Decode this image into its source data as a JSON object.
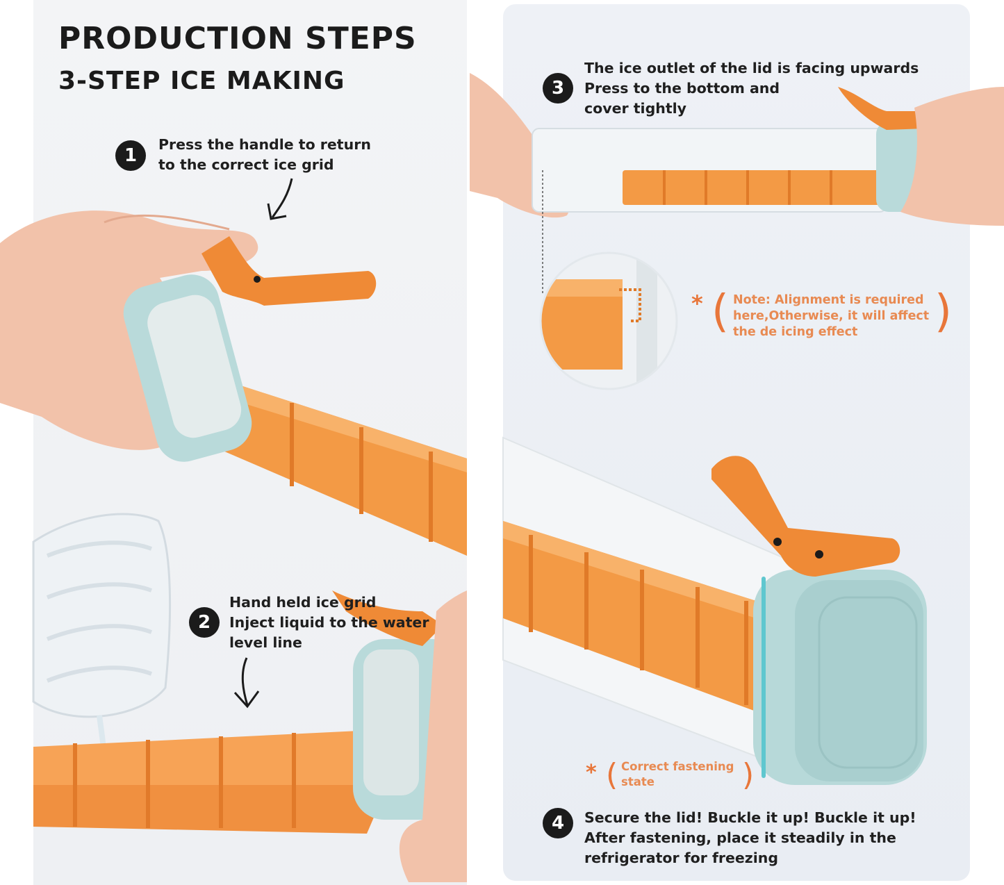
{
  "header": {
    "title": "PRODUCTION STEPS",
    "subtitle": "3-STEP ICE MAKING"
  },
  "steps": [
    {
      "number": "1",
      "lines": [
        "Press the handle to return",
        "to the correct ice grid"
      ]
    },
    {
      "number": "2",
      "lines": [
        "Hand held ice grid",
        "Inject liquid to the water",
        "level line"
      ]
    },
    {
      "number": "3",
      "lines": [
        "The ice outlet of the lid is facing upwards",
        "Press to the bottom and",
        "cover tightly"
      ]
    },
    {
      "number": "4",
      "lines": [
        "Secure the lid! Buckle it up! Buckle it up!",
        "After fastening, place it steadily in the",
        "refrigerator for freezing"
      ]
    }
  ],
  "notes": {
    "alignment": [
      "Note: Alignment is required",
      "here,Otherwise, it will affect",
      "the de icing effect"
    ],
    "fastening": [
      "Correct fastening",
      "state"
    ],
    "star": "*"
  },
  "colors": {
    "tray_orange": "#f08a3c",
    "lid_mint": "#bcdcdc",
    "note_orange": "#e88a52",
    "text_dark": "#1f1f1f"
  }
}
